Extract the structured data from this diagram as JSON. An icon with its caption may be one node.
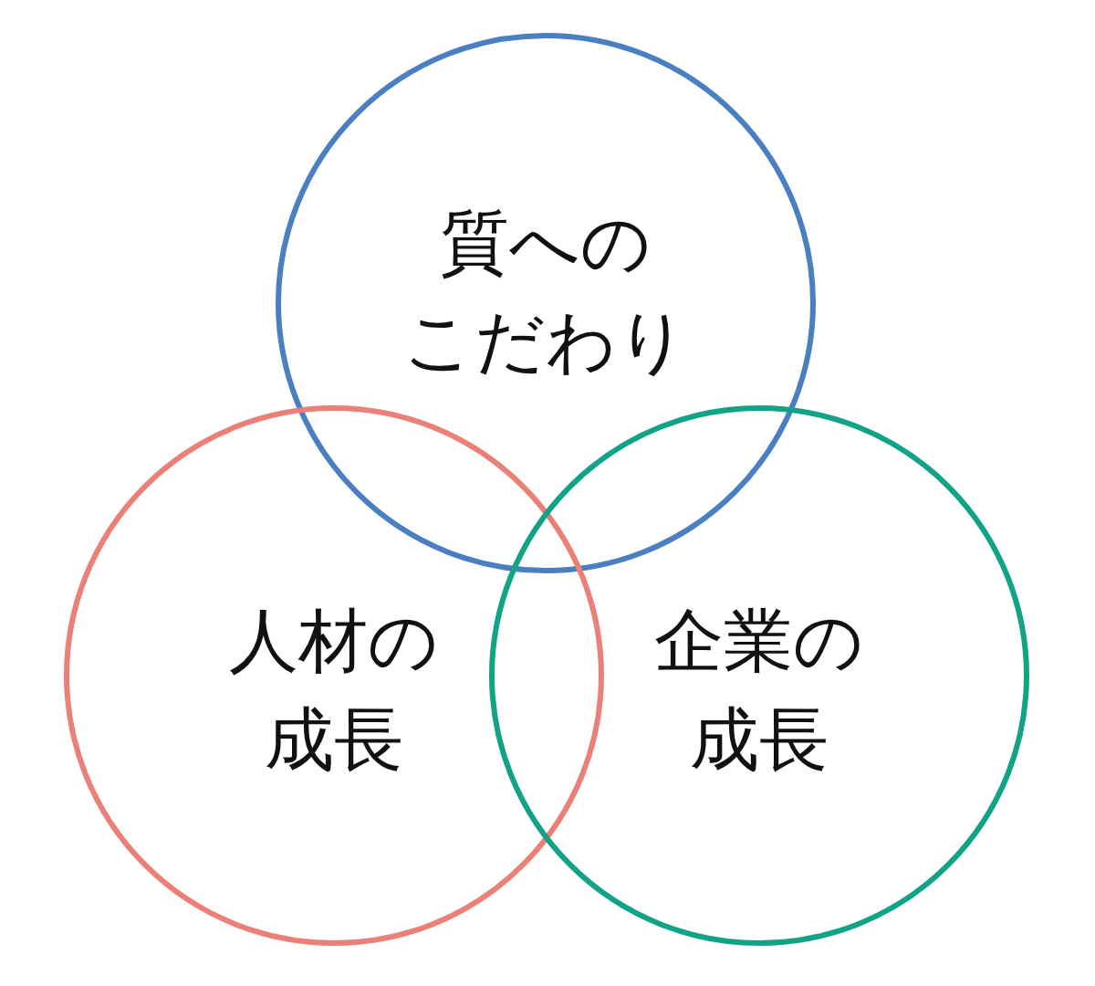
{
  "diagram": {
    "nodes": [
      {
        "text": [
          "質へのこだわり"
        ]
      },
      {
        "text": [
          "人材の成長"
        ]
      },
      {
        "text": [
          "企業の成長"
        ]
      }
    ]
  }
}
